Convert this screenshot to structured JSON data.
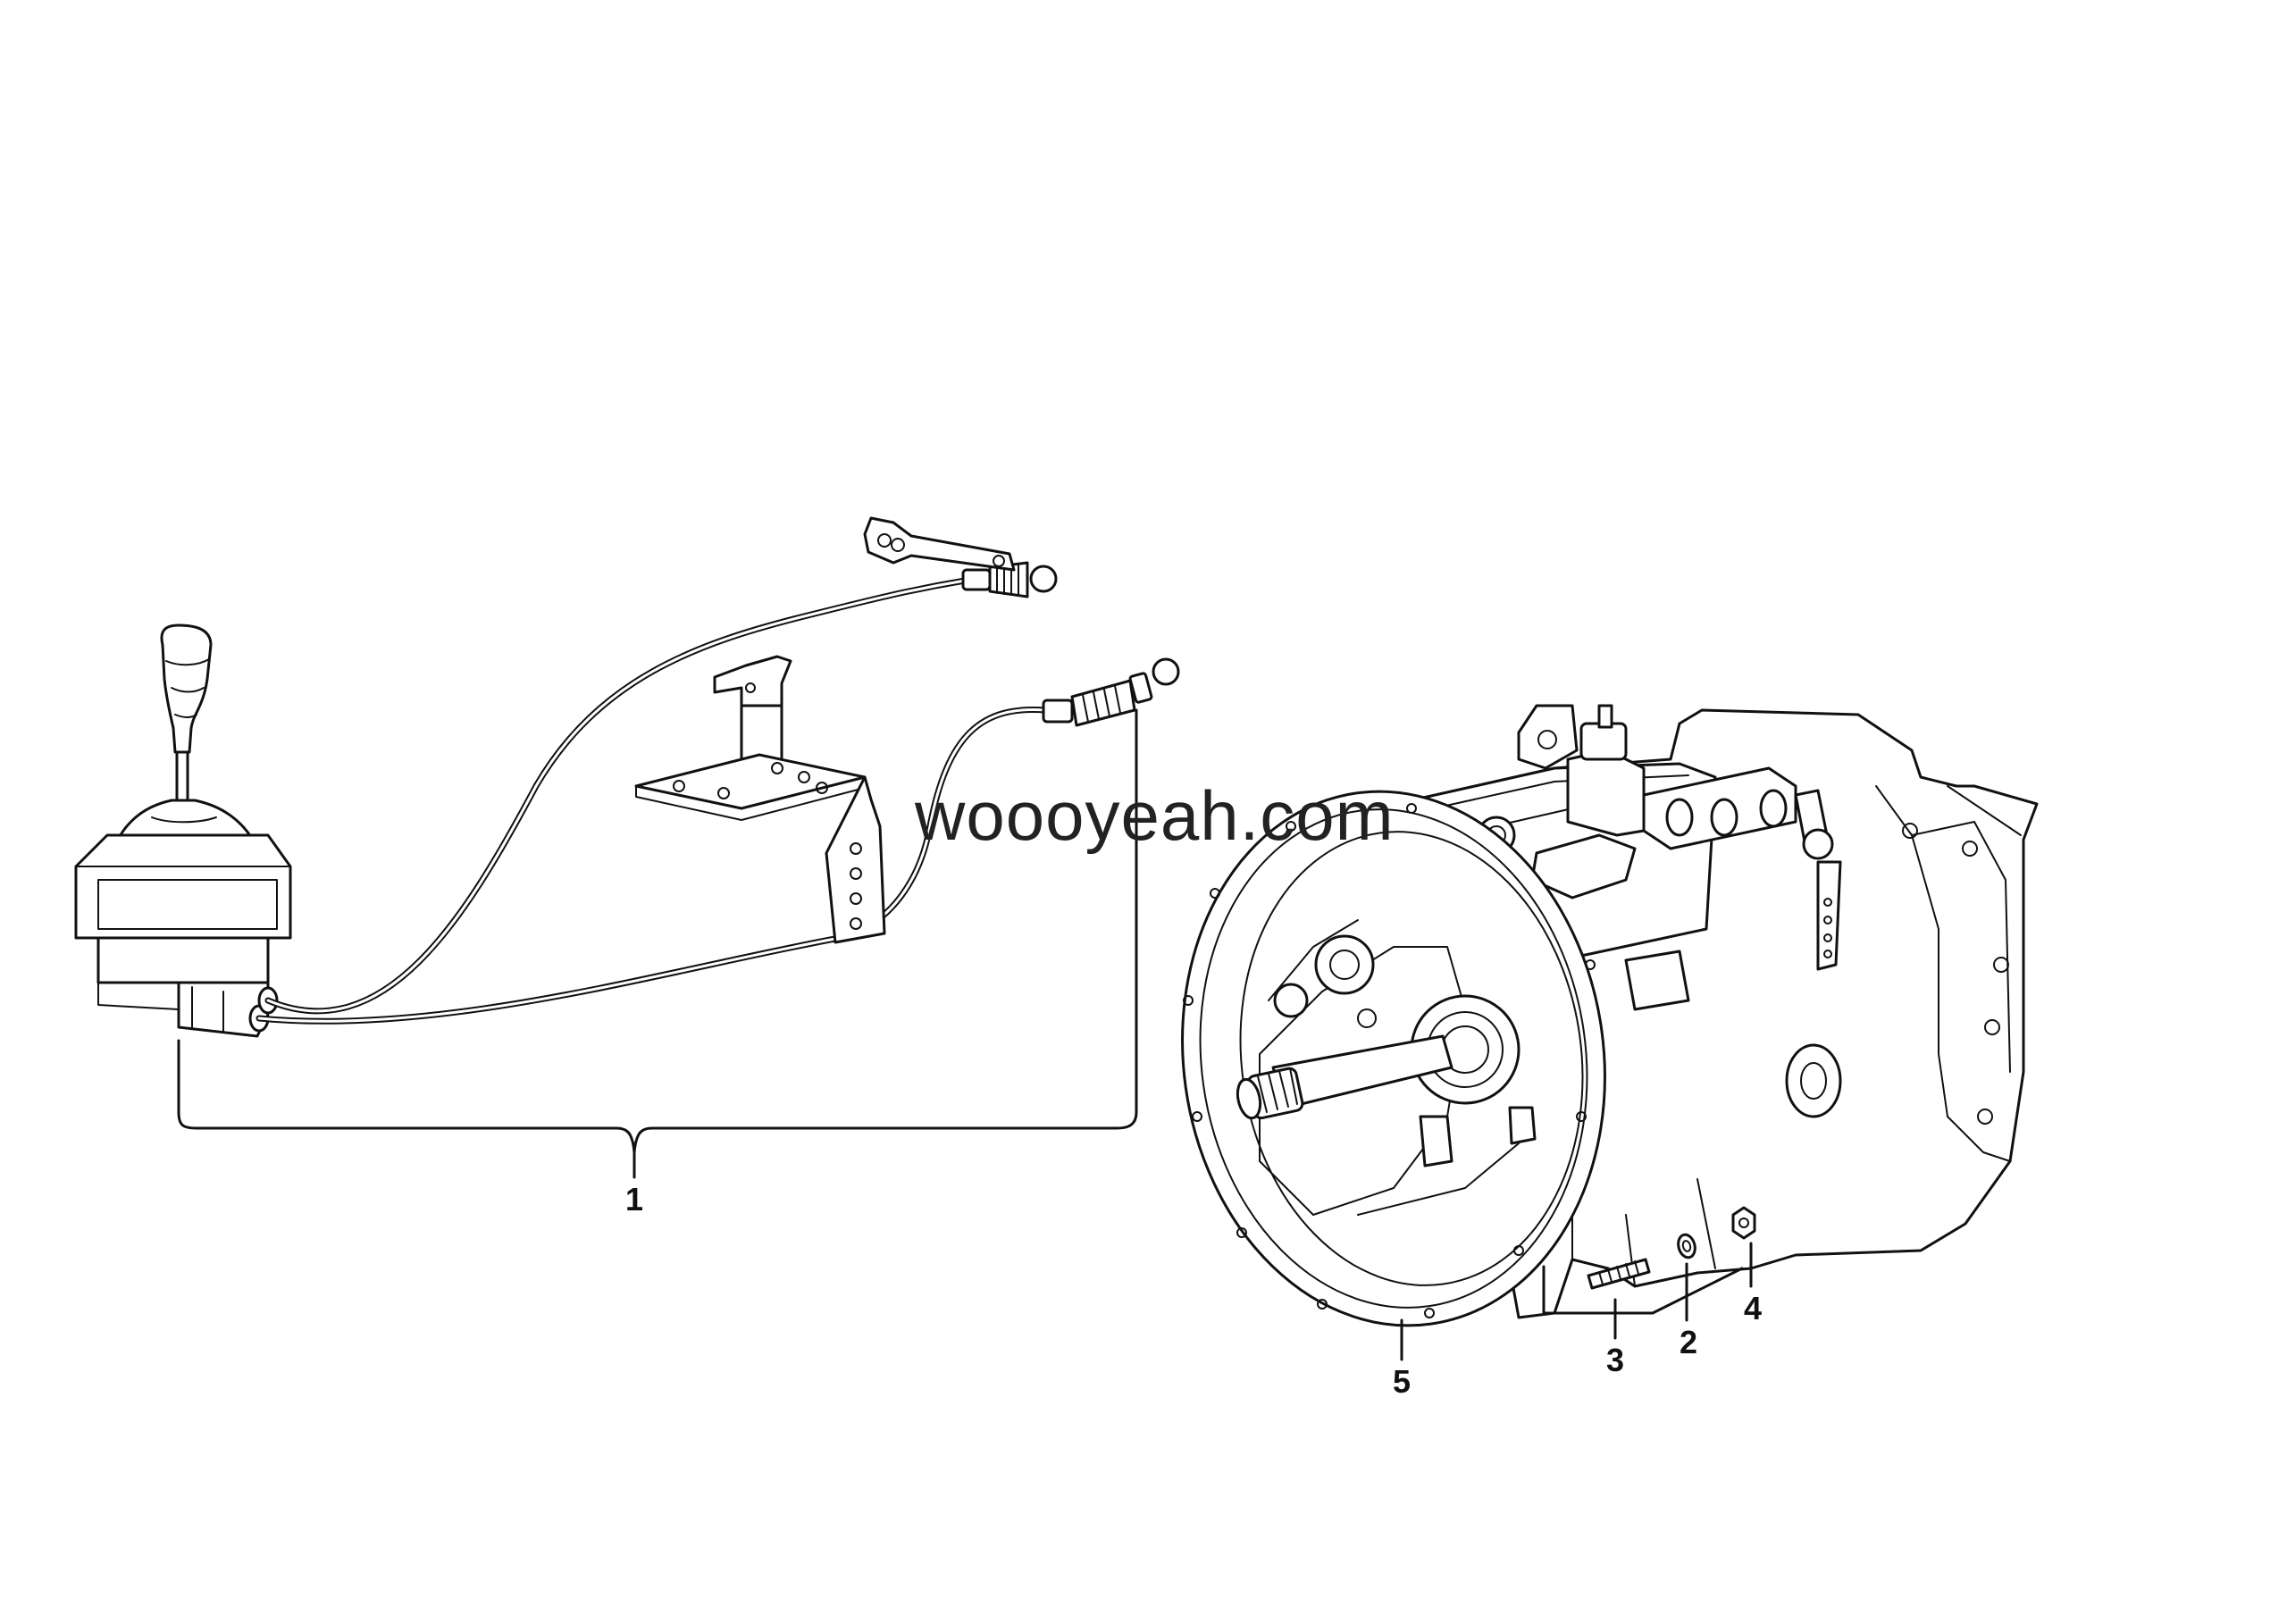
{
  "watermark": "woooyeah.com",
  "callouts": [
    {
      "id": "1",
      "label": "1"
    },
    {
      "id": "2",
      "label": "2"
    },
    {
      "id": "3",
      "label": "3"
    },
    {
      "id": "4",
      "label": "4"
    },
    {
      "id": "5",
      "label": "5"
    }
  ]
}
